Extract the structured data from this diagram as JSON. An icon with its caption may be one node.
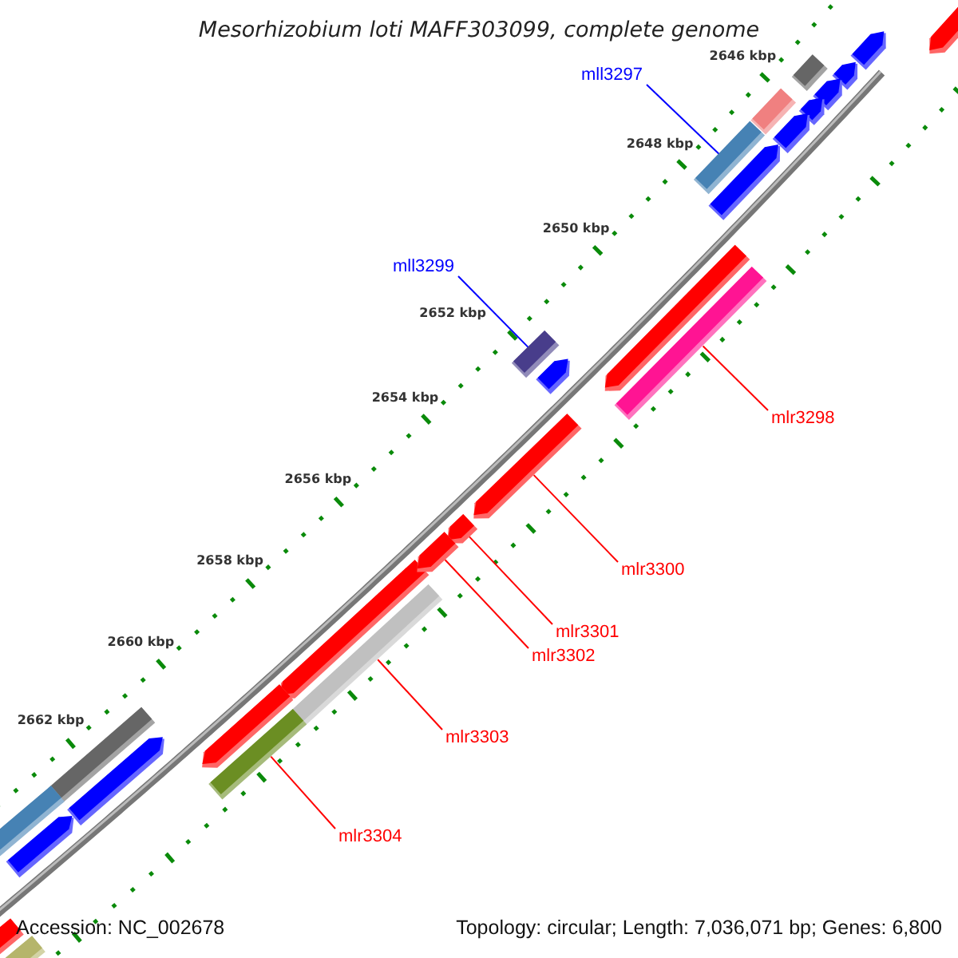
{
  "diagram": {
    "title": "Mesorhizobium loti MAFF303099, complete genome",
    "nodes": [
      {
        "text": [
          "mll3297"
        ]
      },
      {
        "text": [],
        "shape": "bar"
      },
      {
        "text": [
          "mll3299"
        ]
      },
      {
        "text": [],
        "shape": "bar"
      },
      {
        "text": [
          "mlr3298"
        ]
      },
      {
        "text": [],
        "shape": "bar"
      },
      {
        "text": [
          "mlr3300"
        ]
      },
      {
        "text": [],
        "shape": "arrow"
      },
      {
        "text": [
          "mlr3301"
        ]
      },
      {
        "text": [],
        "shape": "arrow"
      },
      {
        "text": [
          "mlr3302"
        ]
      },
      {
        "text": [],
        "shape": "arrow"
      },
      {
        "text": [
          "mlr3303"
        ]
      },
      {
        "text": [],
        "shape": "bar"
      },
      {
        "text": [
          "mlr3304"
        ]
      },
      {
        "text": [],
        "shape": "bar"
      }
    ],
    "edges": [
      {
        "from": 0,
        "to": 1,
        "arrow": "none",
        "color": "#0000ff"
      },
      {
        "from": 2,
        "to": 3,
        "arrow": "none",
        "color": "#0000ff"
      },
      {
        "from": 4,
        "to": 5,
        "arrow": "none"
      },
      {
        "from": 6,
        "to": 7,
        "arrow": "none"
      },
      {
        "from": 8,
        "to": 9,
        "arrow": "none"
      },
      {
        "from": 10,
        "to": 11,
        "arrow": "none"
      },
      {
        "from": 12,
        "to": 13,
        "arrow": "none"
      },
      {
        "from": 14,
        "to": 15,
        "arrow": "none"
      }
    ],
    "labels": [
      "2646 kbp",
      "2648 kbp",
      "2650 kbp",
      "2652 kbp",
      "2654 kbp",
      "2656 kbp",
      "2658 kbp",
      "2660 kbp",
      "2662 kbp",
      "Accession: NC_002678",
      "Topology: circular; Length: 7,036,071 bp; Genes: 6,800"
    ]
  }
}
